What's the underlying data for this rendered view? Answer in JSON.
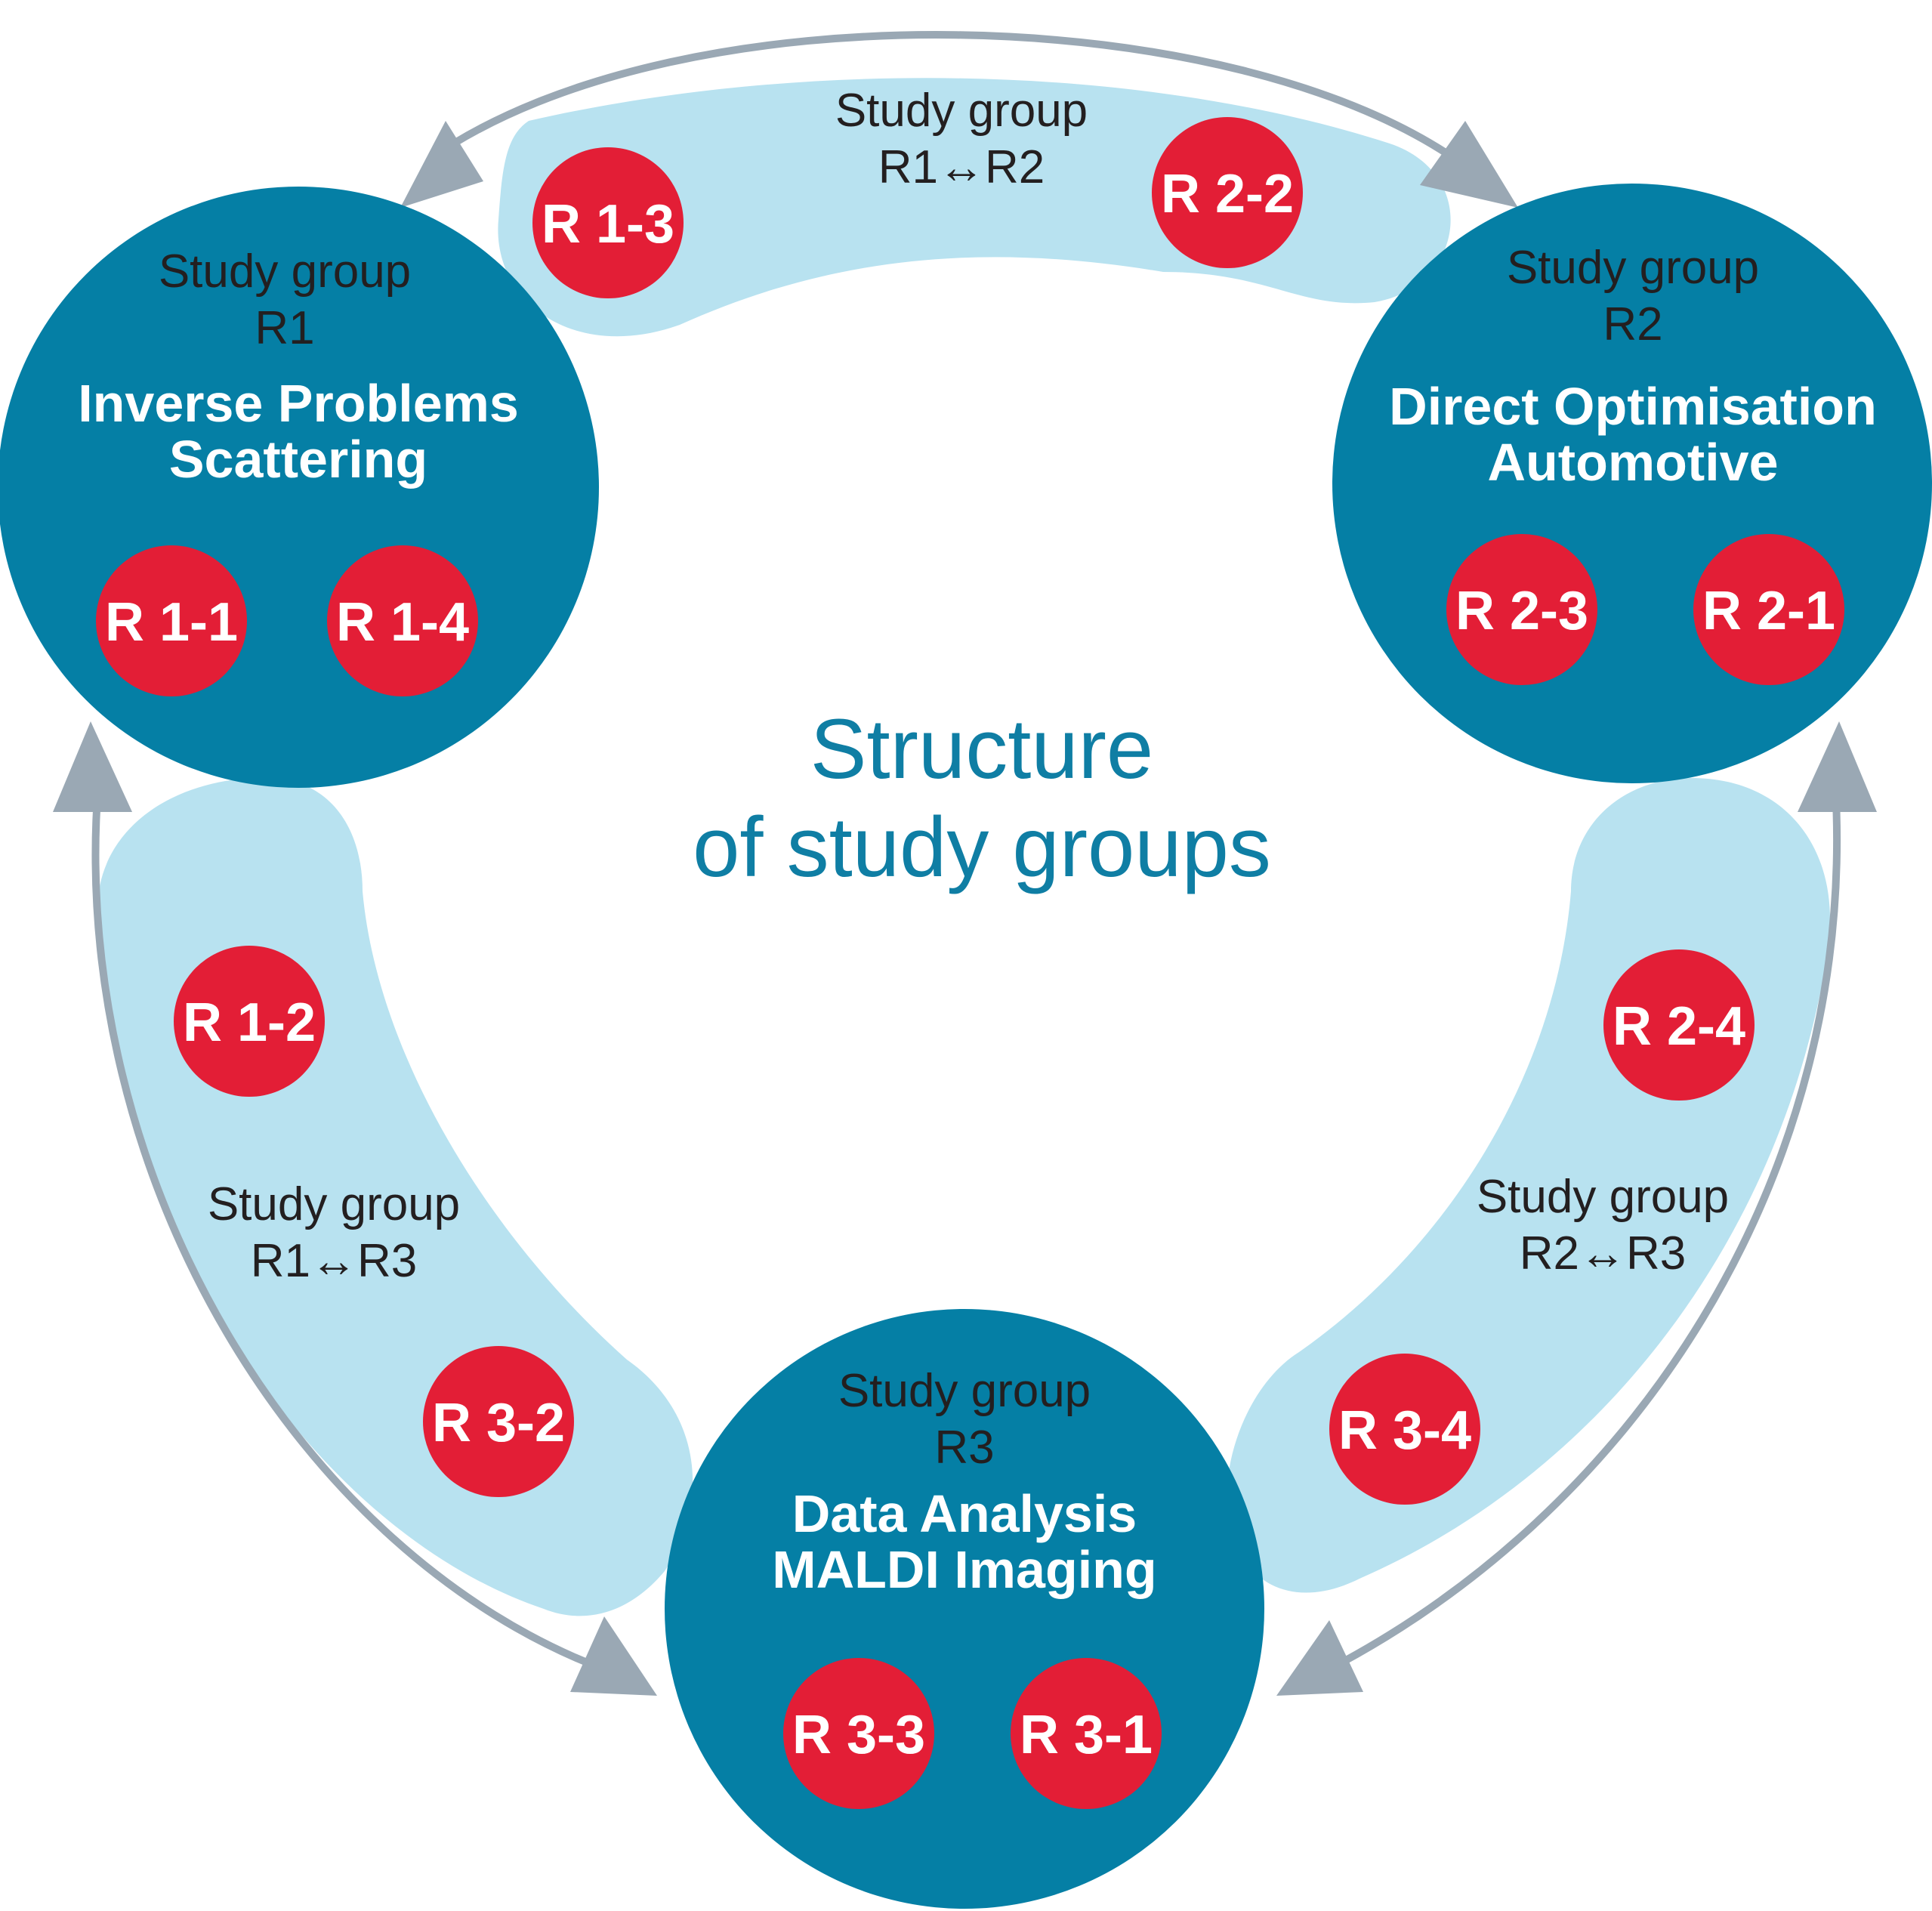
{
  "center_title": {
    "line1": "Structure",
    "line2": "of study groups"
  },
  "colors": {
    "main_circle": "#057fa5",
    "band": "#b8e2f0",
    "badge": "#e31e36",
    "arrow": "#9aa8b4",
    "title": "#0f7ea4"
  },
  "groups": {
    "r1": {
      "line1": "Study group",
      "line2": "R1",
      "title1": "Inverse Problems",
      "title2": "Scattering"
    },
    "r2": {
      "line1": "Study group",
      "line2": "R2",
      "title1": "Direct Optimisation",
      "title2": "Automotive"
    },
    "r3": {
      "line1": "Study group",
      "line2": "R3",
      "title1": "Data Analysis",
      "title2": "MALDI Imaging"
    }
  },
  "links": {
    "r1_r2": {
      "line1": "Study group",
      "line2": "R1↔R2"
    },
    "r1_r3": {
      "line1": "Study group",
      "line2": "R1↔R3"
    },
    "r2_r3": {
      "line1": "Study group",
      "line2": "R2↔R3"
    }
  },
  "badges": {
    "r1_1": "R 1-1",
    "r1_2": "R 1-2",
    "r1_3": "R 1-3",
    "r1_4": "R 1-4",
    "r2_1": "R 2-1",
    "r2_2": "R 2-2",
    "r2_3": "R 2-3",
    "r2_4": "R 2-4",
    "r3_1": "R 3-1",
    "r3_2": "R 3-2",
    "r3_3": "R 3-3",
    "r3_4": "R 3-4"
  }
}
